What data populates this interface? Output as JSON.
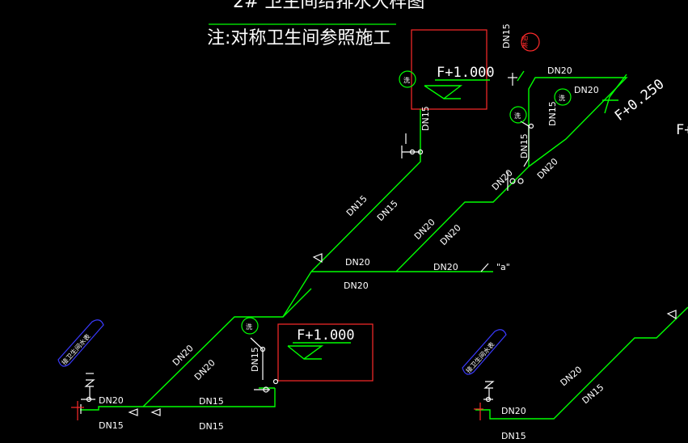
{
  "colors": {
    "background": "#000000",
    "pipe_green": "#00ff00",
    "text_white": "#ffffff",
    "box_red": "#ff2a2a",
    "tag_blue": "#3a3aff"
  },
  "drawing": {
    "title": "2# 卫生间给排水大样图",
    "note": "注:对称卫生间参照施工"
  },
  "elevations": {
    "upper_box": "F+1.000",
    "lower_box": "F+1.000",
    "right_diag": "F+0.250",
    "right_edge": "F+"
  },
  "labels": {
    "up_dn15_vert": "DN15",
    "up_dn20_top": "DN20",
    "up_dn20_box": "DN20",
    "up_dn15_riser": "DN15",
    "up_dn15_mid": "DN15",
    "up_dn20_a": "DN20",
    "up_dn20_b": "DN20",
    "box_dn15": "DN15",
    "diag_dn15_a": "DN15",
    "diag_dn15_b": "DN15",
    "diag_dn20_a": "DN20",
    "diag_dn20_b": "DN20",
    "h_dn20_a": "DN20",
    "h_dn20_b": "DN20",
    "h_dn20_c": "DN20",
    "low_dn20_a": "DN20",
    "low_dn20_b": "DN20",
    "low_dn15_riser": "DN15",
    "bot_dn20": "DN20",
    "bot_dn15_a": "DN15",
    "bot_dn15_b": "DN15",
    "bot_dn15_c": "DN15",
    "r_dn20_a": "DN20",
    "r_dn15_a": "DN15",
    "r_dn20_b": "DN20",
    "r_dn15_b": "DN15",
    "stub": "\"a\""
  },
  "tags": {
    "left": "接卫生间水表",
    "right": "接卫生间水表"
  },
  "fixtures": {
    "green_1": "洗",
    "green_2": "洗",
    "green_3": "洗",
    "green_4": "洗",
    "red_1": "淋浴"
  }
}
